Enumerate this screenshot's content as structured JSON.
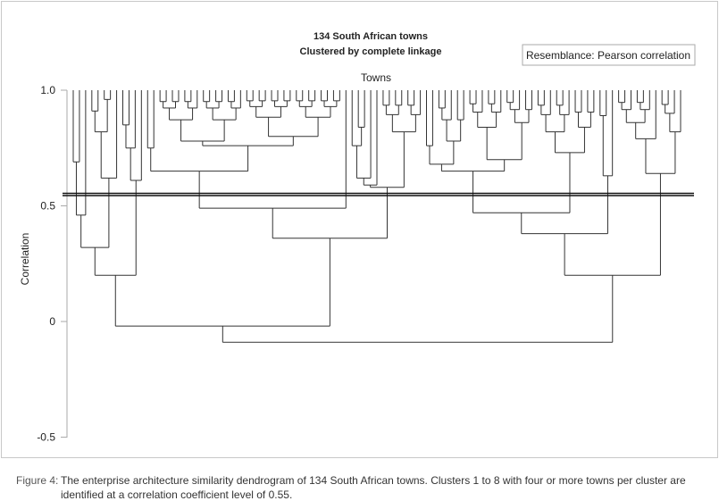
{
  "chart_data": {
    "type": "dendrogram",
    "title": "134 South African towns",
    "subtitle": "Clustered by complete linkage",
    "legend": "Resemblance: Pearson correlation",
    "legend_position": "top-right",
    "xlabel": "Towns",
    "ylabel": "Correlation",
    "ylim": [
      -0.5,
      1.0
    ],
    "yticks": [
      "1.0",
      "0.5",
      "0",
      "-0.5"
    ],
    "ytick_values": [
      1.0,
      0.5,
      0,
      -0.5
    ],
    "cutoff": 0.55,
    "leaf_count": 134,
    "tree": [
      -0.09,
      [
        -0.02,
        [
          0.2,
          [
            0.32,
            [
              0.46,
              [
                0.69,
                1,
                1
              ],
              1
            ],
            [
              0.62,
              [
                0.82,
                [
                  0.91,
                  1,
                  1
                ],
                [
                  0.96,
                  1,
                  1
                ]
              ],
              1
            ]
          ],
          [
            0.61,
            [
              0.75,
              [
                0.85,
                1,
                1
              ],
              1
            ],
            1
          ]
        ],
        [
          0.36,
          [
            0.49,
            [
              0.65,
              [
                0.75,
                1,
                1
              ],
              [
                0.76,
                {
                  "g": 14,
                  "h": 0.78
                },
                {
                  "g": 16,
                  "h": 0.8
                }
              ]
            ],
            1
          ],
          [
            0.58,
            [
              0.59,
              [
                0.62,
                [
                  0.76,
                  1,
                  [
                    0.84,
                    1,
                    1
                  ]
                ],
                1
              ],
              1
            ],
            {
              "g": 7,
              "h": 0.82
            }
          ]
        ]
      ],
      [
        0.2,
        [
          0.38,
          [
            0.47,
            [
              0.65,
              [
                0.68,
                [
                  0.76,
                  1,
                  1
                ],
                {
                  "g": 5,
                  "h": 0.78
                }
              ],
              [
                0.7,
                {
                  "g": 6,
                  "h": 0.84
                },
                {
                  "g": 5,
                  "h": 0.86
                }
              ]
            ],
            [
              0.73,
              {
                "g": 6,
                "h": 0.82
              },
              {
                "g": 4,
                "h": 0.84
              }
            ]
          ],
          [
            0.63,
            [
              0.89,
              1,
              1
            ],
            1
          ]
        ],
        [
          0.64,
          [
            0.79,
            {
              "g": 6,
              "h": 0.86
            },
            1
          ],
          [
            0.82,
            {
              "g": 3,
              "h": 0.9
            },
            1
          ]
        ]
      ]
    ]
  },
  "caption": {
    "label": "Figure 4:",
    "text": "The enterprise architecture similarity dendrogram of 134 South African towns. Clusters 1 to 8 with four or more towns per cluster are identified at a correlation coefficient level of 0.55."
  }
}
